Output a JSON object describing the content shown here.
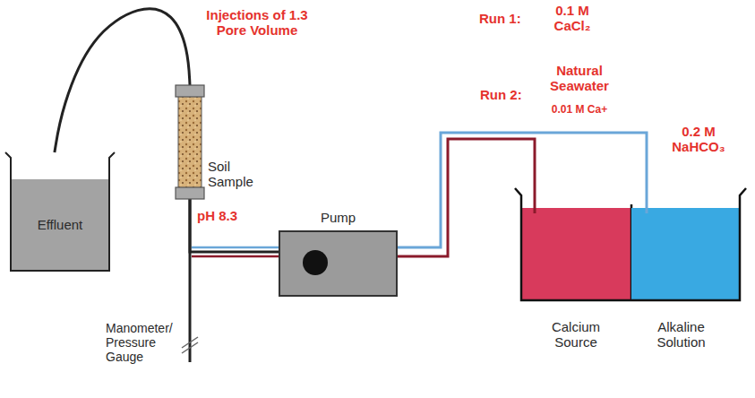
{
  "diagram": {
    "nodes": [
      {
        "text": [
          "Effluent"
        ]
      },
      {
        "text": [
          "Soil Sample"
        ]
      },
      {
        "text": [
          "Pump"
        ]
      },
      {
        "text": [
          "Calcium Source"
        ]
      },
      {
        "text": [
          "Alkaline Solution"
        ]
      }
    ],
    "edges": [
      {
        "from": 1,
        "to": 0,
        "arrow": "none"
      },
      {
        "from": 2,
        "to": 1,
        "arrow": "none"
      },
      {
        "from": 3,
        "to": 2,
        "arrow": "none"
      },
      {
        "from": 4,
        "to": 2,
        "arrow": "none"
      }
    ],
    "labels": [
      "Injections of 1.3 Pore Volume",
      "pH 8.3",
      "Manometer/ Pressure Gauge",
      "Run 1:",
      "0.1 M CaCl₂",
      "Natural Seawater",
      "Run 2:",
      "0.01 M Ca+",
      "0.2 M NaHCO₃"
    ]
  }
}
